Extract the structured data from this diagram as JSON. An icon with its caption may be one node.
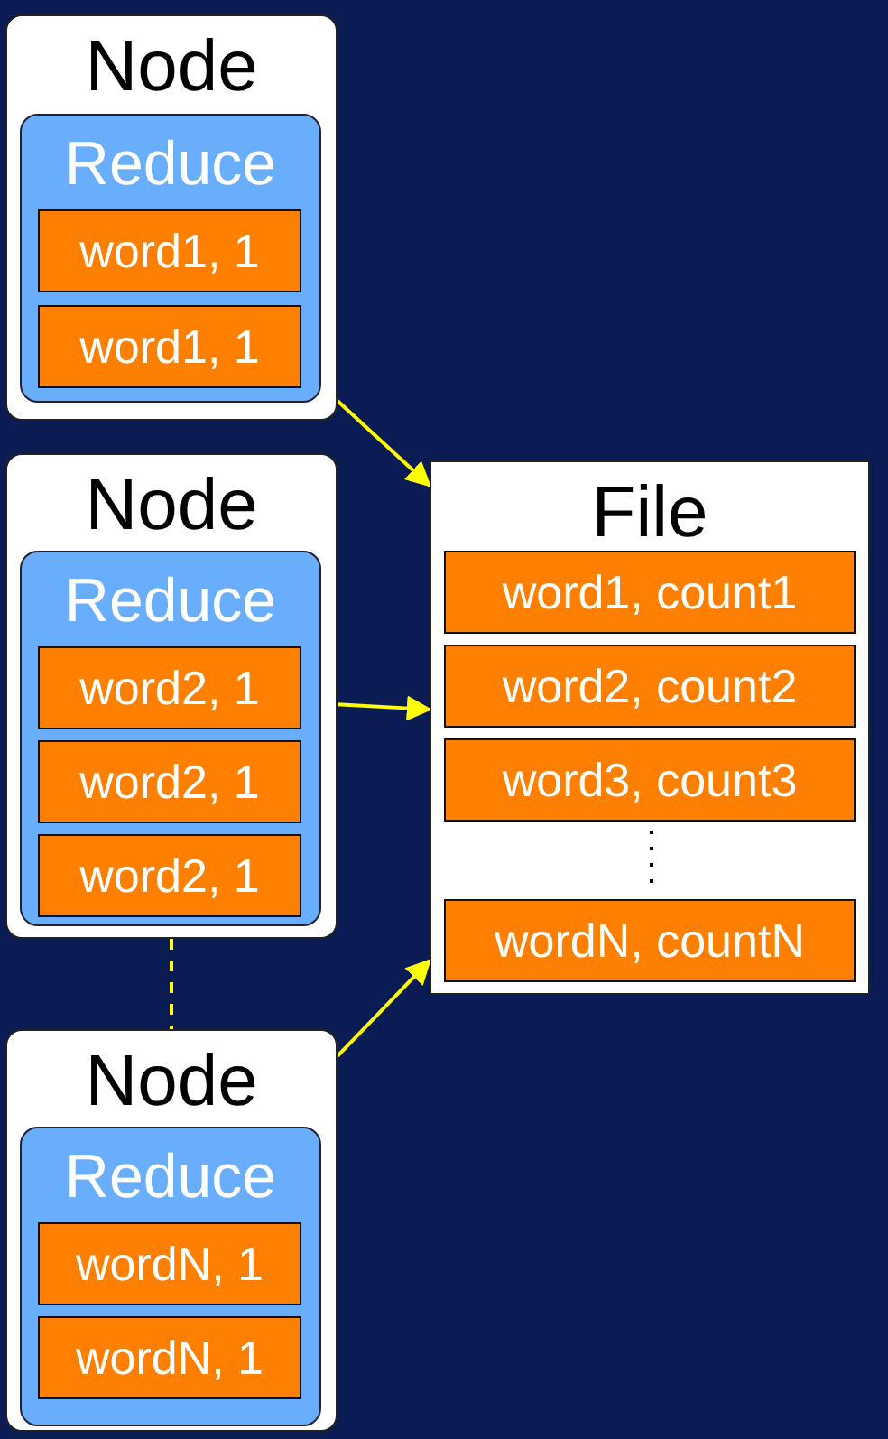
{
  "diagram": {
    "nodes": [
      {
        "text": [
          "Node"
        ]
      },
      {
        "text": [
          "Reduce"
        ],
        "in": 0
      },
      {
        "text": [
          "word1, 1"
        ],
        "in": 1
      },
      {
        "text": [
          "word1, 1"
        ],
        "in": 1
      },
      {
        "text": [
          "Node"
        ]
      },
      {
        "text": [
          "Reduce"
        ],
        "in": 4
      },
      {
        "text": [
          "word2, 1"
        ],
        "in": 5
      },
      {
        "text": [
          "word2, 1"
        ],
        "in": 5
      },
      {
        "text": [
          "word2, 1"
        ],
        "in": 5
      },
      {
        "text": [
          "Node"
        ]
      },
      {
        "text": [
          "Reduce"
        ],
        "in": 9
      },
      {
        "text": [
          "wordN, 1"
        ],
        "in": 10
      },
      {
        "text": [
          "wordN, 1"
        ],
        "in": 10
      },
      {
        "text": [
          "File"
        ]
      },
      {
        "text": [
          "word1, count1"
        ],
        "in": 13
      },
      {
        "text": [
          "word2, count2"
        ],
        "in": 13
      },
      {
        "text": [
          "word3, count3"
        ],
        "in": 13
      },
      {
        "text": [
          "wordN, countN"
        ],
        "in": 13
      }
    ],
    "edges": [
      {
        "from": 0,
        "to": 13,
        "arrow": "to"
      },
      {
        "from": 4,
        "to": 13,
        "arrow": "to"
      },
      {
        "from": 9,
        "to": 13,
        "arrow": "to"
      },
      {
        "from": 4,
        "to": 9,
        "arrow": "none",
        "style": "dashed"
      }
    ]
  }
}
